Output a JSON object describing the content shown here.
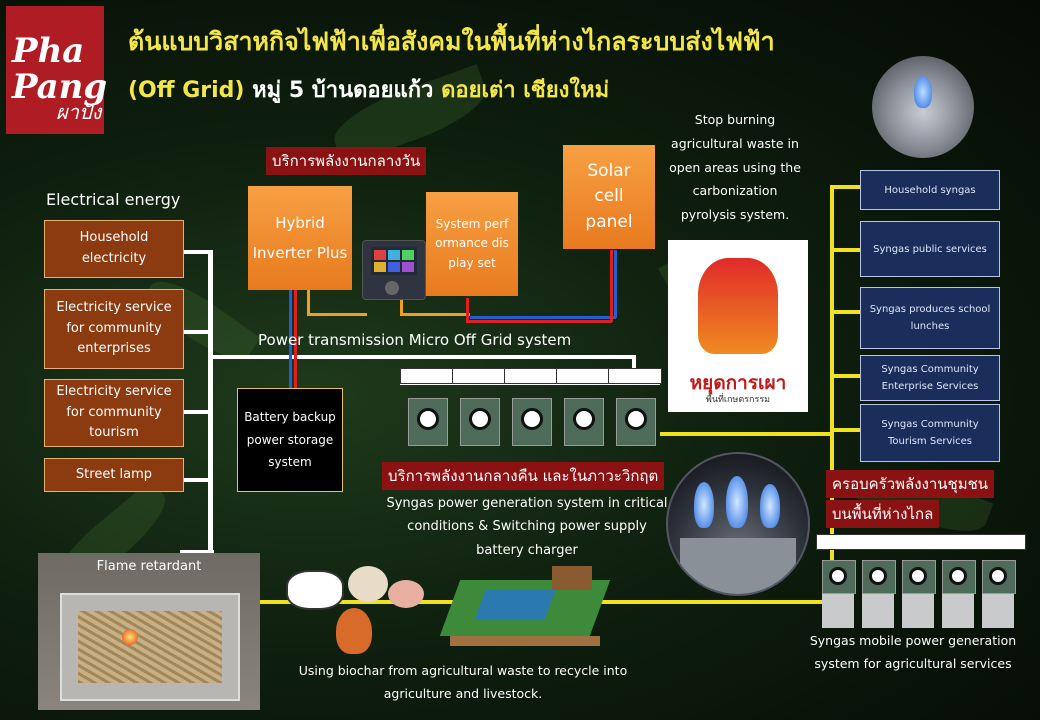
{
  "logo": {
    "line1": "Pha",
    "line2": "Pang",
    "line3": "ผาปัง"
  },
  "title": {
    "line1": "ต้นแบบวิสาหกิจไฟฟ้าเพื่อสังคมในพื้นที่ห่างไกลระบบส่งไฟฟ้า",
    "line2_a": "(Off Grid)",
    "line2_b": " หมู่ 5 บ้านดอยแก้ว ",
    "line2_c": "ดอยเต่า เชียงใหม่"
  },
  "electrical_energy": {
    "heading": "Electrical energy",
    "items": [
      "Household electricity",
      "Electricity service for community enterprises",
      "Electricity service for community tourism",
      "Street lamp"
    ]
  },
  "daytime_tag": "บริการพลังงานกลางวัน",
  "inverter": "Hybrid Inverter Plus",
  "display_set": "System performance display set",
  "solar": "Solar cell panel",
  "stop_burning": "Stop burning agricultural waste in open areas using the carbonization pyrolysis system.",
  "stop_logo": {
    "main": "หยุดการเผา",
    "sub": "พื้นที่เกษตรกรรม"
  },
  "power_transmission": "Power transmission  Micro Off Grid   system",
  "battery": "Battery backup power storage system",
  "night_tag": "บริการพลังงานกลางคืน และในภาวะวิกฤต",
  "syngas_gen": "Syngas power generation system in critical conditions & Switching power supply battery charger",
  "syngas_services": [
    "Household syngas",
    "Syngas public services",
    "Syngas produces school lunches",
    "Syngas Community Enterprise Services",
    "Syngas Community Tourism Services"
  ],
  "community_tag1": "ครอบครัวพลังงานชุมชน",
  "community_tag2": "บนพื้นที่ห่างไกล",
  "mobile_gen": "Syngas mobile power generation system for agricultural services",
  "flame": "Flame retardant",
  "biochar": "Using biochar from agricultural waste to recycle into agriculture and livestock.",
  "colors": {
    "title": "#f3e64a",
    "white_line": "#ffffff",
    "yellow_line": "#f0e21e",
    "orange_box": "#f08a2a",
    "navy_box": "#1b2d5a",
    "red_tag": "#8a1212"
  }
}
